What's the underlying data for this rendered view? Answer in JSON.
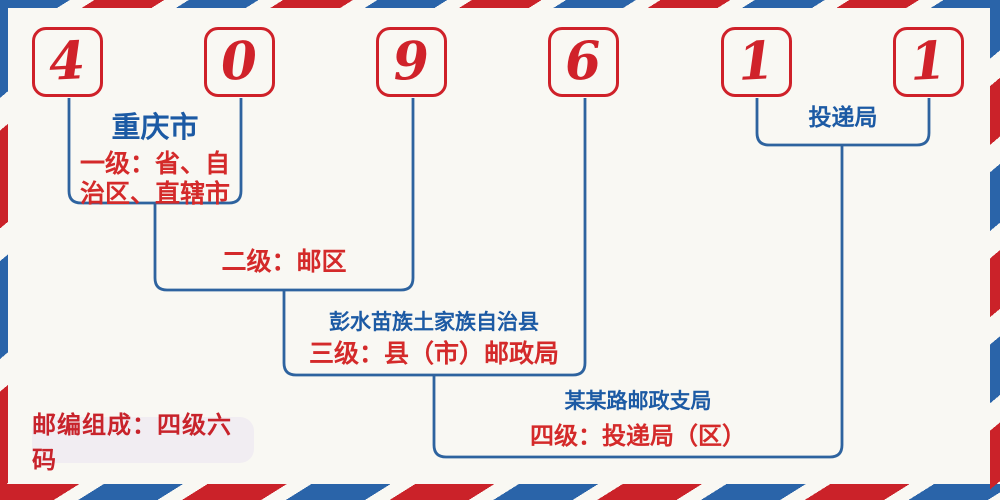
{
  "postal_code": {
    "digits": [
      "4",
      "0",
      "9",
      "6",
      "1",
      "1"
    ]
  },
  "levels": [
    {
      "place": "重庆市",
      "desc": "一级：省、自治区、直辖市"
    },
    {
      "desc": "二级：邮区"
    },
    {
      "place": "彭水苗族土家族自治县",
      "desc": "三级：县（市）邮政局"
    },
    {
      "place": "某某路邮政支局",
      "desc": "四级：投递局（区）"
    },
    {
      "place": "投递局"
    }
  ],
  "footer": {
    "composition_label": "邮编组成：四级六码"
  },
  "colors": {
    "stripe_red": "#cb2229",
    "stripe_blue": "#2a64a9",
    "digit_red": "#d0222a",
    "box_border_red": "#cf2129",
    "connector_blue": "#2e639f",
    "place_text_blue": "#1c5aa4",
    "desc_text_red": "#d42a2a",
    "pill_background": "#f1edf2",
    "page_background": "#f9f8f3"
  }
}
